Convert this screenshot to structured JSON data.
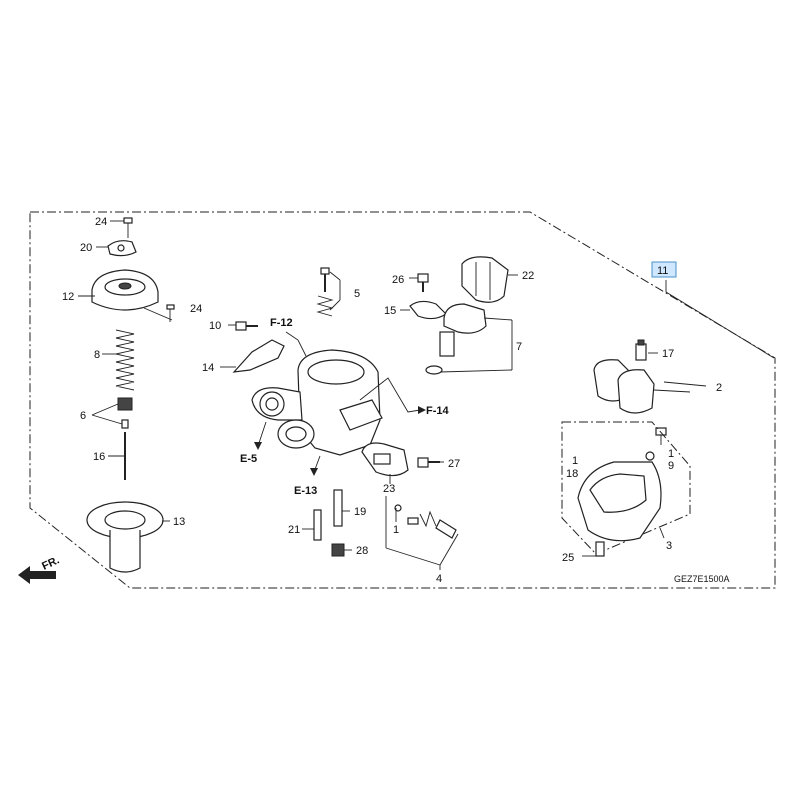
{
  "diagram": {
    "callouts": {
      "c1a": "1",
      "c1b": "1",
      "c2": "2",
      "c3": "3",
      "c4": "4",
      "c5": "5",
      "c6": "6",
      "c7": "7",
      "c8": "8",
      "c9": "9",
      "c10": "10",
      "c11": "11",
      "c12": "12",
      "c13": "13",
      "c14": "14",
      "c15": "15",
      "c16": "16",
      "c17": "17",
      "c18": "18",
      "c19": "19",
      "c20": "20",
      "c21": "21",
      "c22": "22",
      "c23": "23",
      "c24a": "24",
      "c24b": "24",
      "c25": "25",
      "c26": "26",
      "c27": "27",
      "c28": "28"
    },
    "references": {
      "f12": "F-12",
      "f14": "F-14",
      "e5": "E-5",
      "e13": "E-13"
    },
    "direction_label": "FR.",
    "diagram_code": "GEZ7E1500A",
    "highlight_color": "#cfe8ff"
  }
}
